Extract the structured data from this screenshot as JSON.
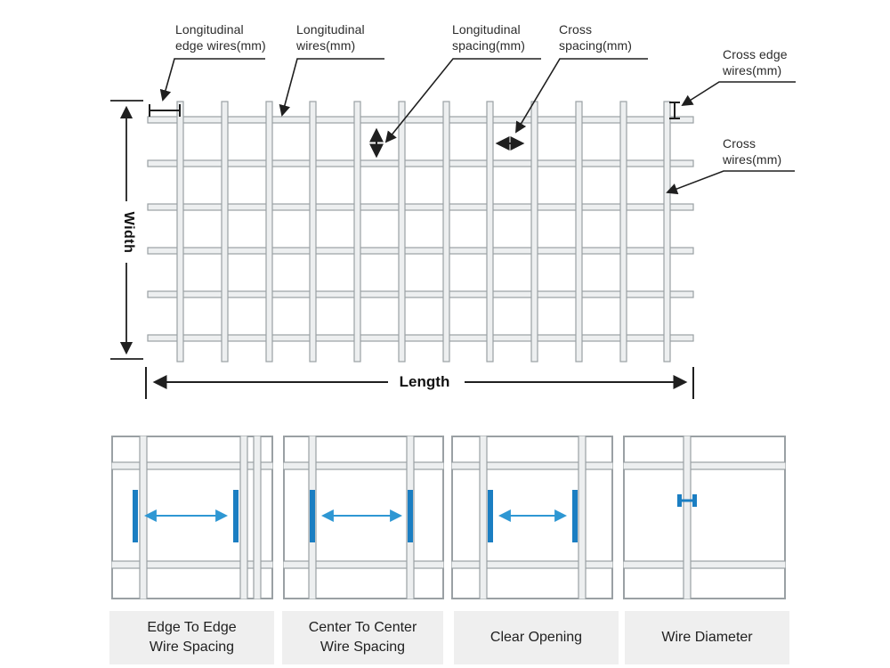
{
  "mesh_diagram": {
    "callouts": [
      {
        "name": "longitudinal-edge-wires",
        "text": "Longitudinal\nedge wires(mm)"
      },
      {
        "name": "longitudinal-wires",
        "text": "Longitudinal\nwires(mm)"
      },
      {
        "name": "longitudinal-spacing",
        "text": "Longitudinal\nspacing(mm)"
      },
      {
        "name": "cross-spacing",
        "text": "Cross\nspacing(mm)"
      },
      {
        "name": "cross-edge-wires",
        "text": "Cross edge\nwires(mm)"
      },
      {
        "name": "cross-wires",
        "text": "Cross\nwires(mm)"
      }
    ],
    "width_label": "Width",
    "length_label": "Length"
  },
  "detail_panels": [
    {
      "name": "edge-to-edge",
      "caption": "Edge To Edge\nWire Spacing"
    },
    {
      "name": "center-to-center",
      "caption": "Center To Center\nWire Spacing"
    },
    {
      "name": "clear-opening",
      "caption": "Clear Opening"
    },
    {
      "name": "wire-diameter",
      "caption": "Wire Diameter"
    }
  ],
  "colors": {
    "line_black": "#1f1f1f",
    "wire_stroke": "#9aa0a4",
    "wire_fill": "#edeff0",
    "accent_blue": "#1b7ec2",
    "arrow_blue": "#2e97d3",
    "caption_bg": "#efefef",
    "text": "#2b2b2b"
  }
}
